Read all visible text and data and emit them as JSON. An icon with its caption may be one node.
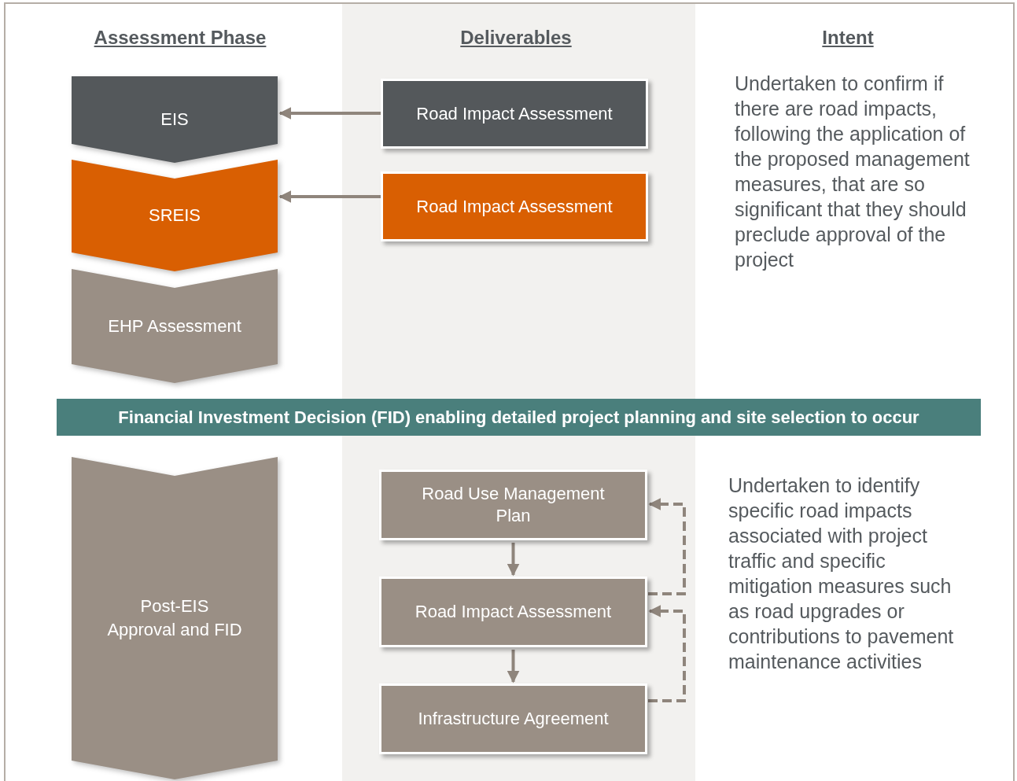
{
  "diagram": {
    "nodes": [
      {
        "text": [
          "EIS"
        ]
      },
      {
        "text": [
          "SREIS"
        ]
      },
      {
        "text": [
          "EHP Assessment"
        ]
      },
      {
        "text": [
          "Road Impact Assessment"
        ]
      },
      {
        "text": [
          "Road Impact Assessment"
        ]
      },
      {
        "text": [
          "Financial Investment Decision (FID) enabling detailed project planning and site selection to occur"
        ]
      },
      {
        "text": [
          "Post-EIS Approval and FID"
        ]
      },
      {
        "text": [
          "Road Use Management Plan"
        ]
      },
      {
        "text": [
          "Road Impact Assessment"
        ]
      },
      {
        "text": [
          "Infrastructure Agreement"
        ]
      }
    ],
    "edges": [
      {
        "from": 3,
        "to": 0,
        "arrow": "to"
      },
      {
        "from": 4,
        "to": 1,
        "arrow": "to"
      },
      {
        "from": 7,
        "to": 8,
        "arrow": "to"
      },
      {
        "from": 8,
        "to": 9,
        "arrow": "to"
      },
      {
        "from": 8,
        "to": 7,
        "arrow": "to",
        "style": "dashed"
      },
      {
        "from": 9,
        "to": 8,
        "arrow": "to",
        "style": "dashed"
      }
    ],
    "labels": [
      "Assessment Phase",
      "Deliverables",
      "Intent",
      "Undertaken to confirm if there are road impacts, following the application of the proposed management measures, that are so significant that they should preclude approval of the project",
      "Undertaken to identify specific road impacts associated with project traffic and specific mitigation measures such as road upgrades or contributions to pavement maintenance activities"
    ]
  }
}
